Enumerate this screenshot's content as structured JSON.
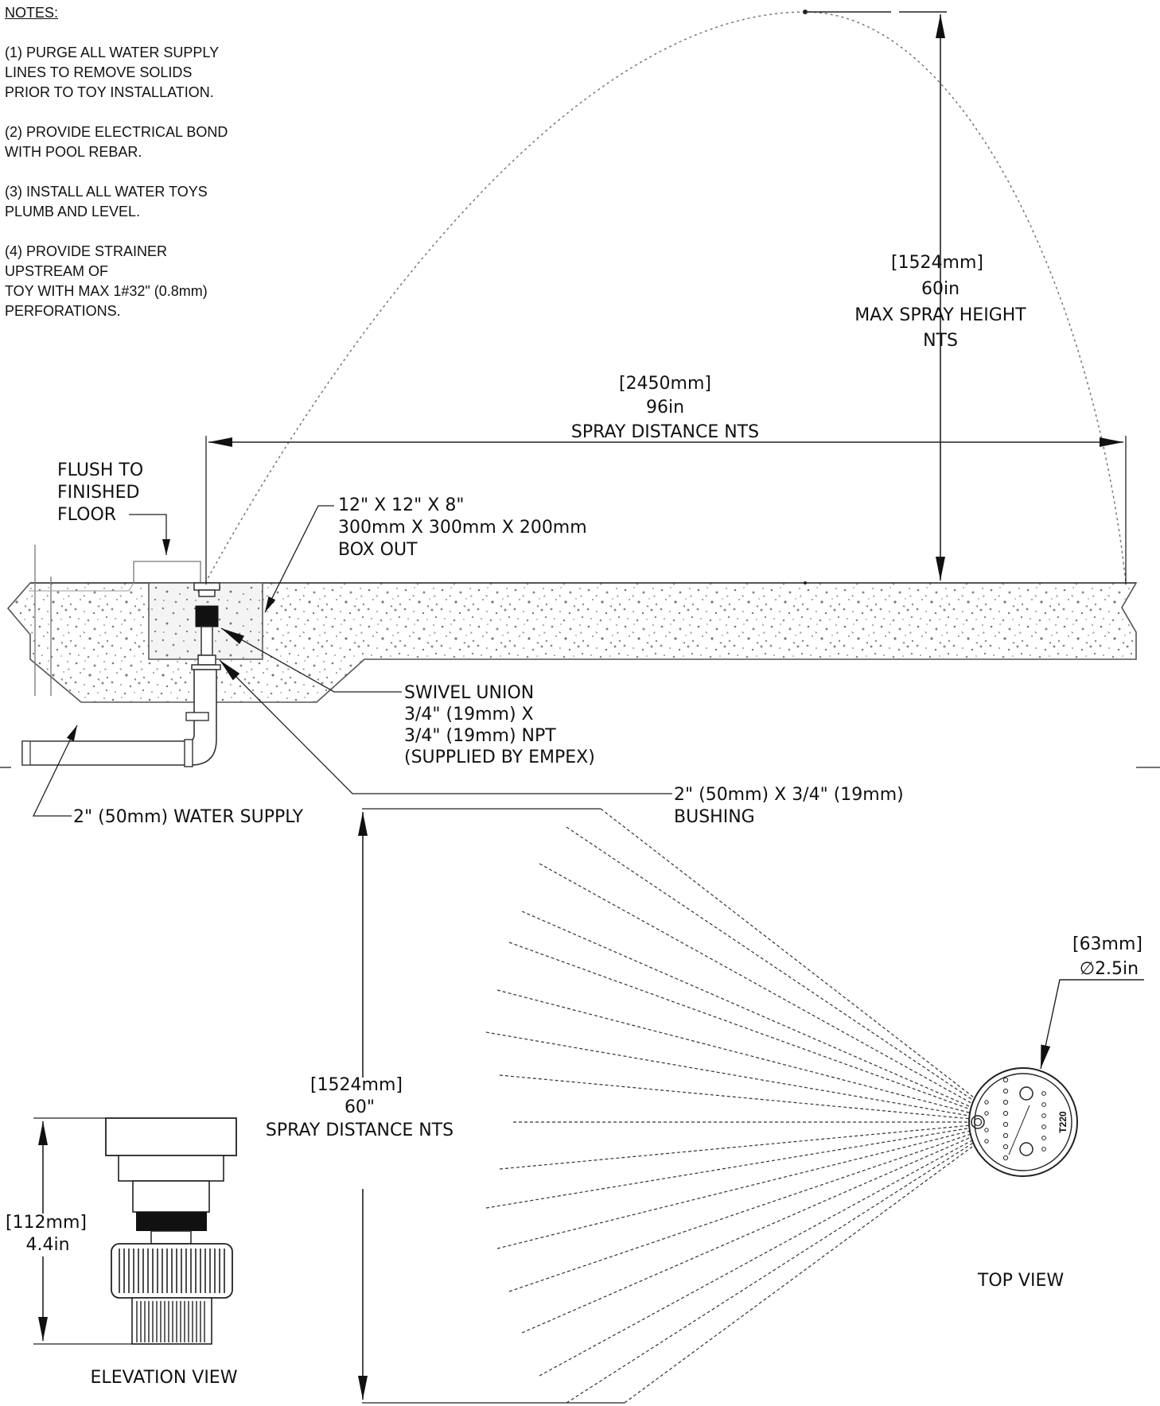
{
  "notes": {
    "header": "NOTES:",
    "n1": [
      "(1) PURGE ALL WATER SUPPLY",
      "LINES TO REMOVE SOLIDS",
      "PRIOR TO TOY INSTALLATION."
    ],
    "n2": [
      "(2) PROVIDE ELECTRICAL BOND",
      "WITH POOL REBAR."
    ],
    "n3": [
      "(3) INSTALL ALL WATER TOYS",
      "PLUMB AND LEVEL."
    ],
    "n4": [
      "(4) PROVIDE STRAINER",
      "UPSTREAM OF",
      "TOY WITH MAX 1#32\" (0.8mm)",
      "PERFORATIONS."
    ]
  },
  "dims": {
    "max_height": {
      "mm": "1524mm",
      "in": "60in",
      "label": "MAX SPRAY HEIGHT",
      "nts": "NTS"
    },
    "spray_distance": {
      "mm": "2450mm",
      "in": "96in",
      "label": "SPRAY DISTANCE NTS"
    },
    "top_distance": {
      "mm": "1524mm",
      "in": "60\"",
      "label": "SPRAY DISTANCE NTS"
    },
    "diameter": {
      "mm": "63mm",
      "in": "2.5in",
      "symbol": "∅"
    },
    "elevation_height": {
      "mm": "112mm",
      "in": "4.4in"
    }
  },
  "callouts": {
    "flush": [
      "FLUSH TO",
      "FINISHED",
      "FLOOR"
    ],
    "box": [
      "12\" X 12\" X 8\"",
      "300mm X 300mm X 200mm",
      "BOX OUT"
    ],
    "swivel": [
      "SWIVEL UNION",
      "3/4\" (19mm) X",
      "3/4\" (19mm) NPT",
      "(SUPPLIED BY EMPEX)"
    ],
    "supply": "2\" (50mm) WATER SUPPLY",
    "bushing": [
      "2\" (50mm) X 3/4\" (19mm)",
      "BUSHING"
    ]
  },
  "views": {
    "top": "TOP VIEW",
    "elevation": "ELEVATION VIEW",
    "nozzle_text": "T220"
  }
}
